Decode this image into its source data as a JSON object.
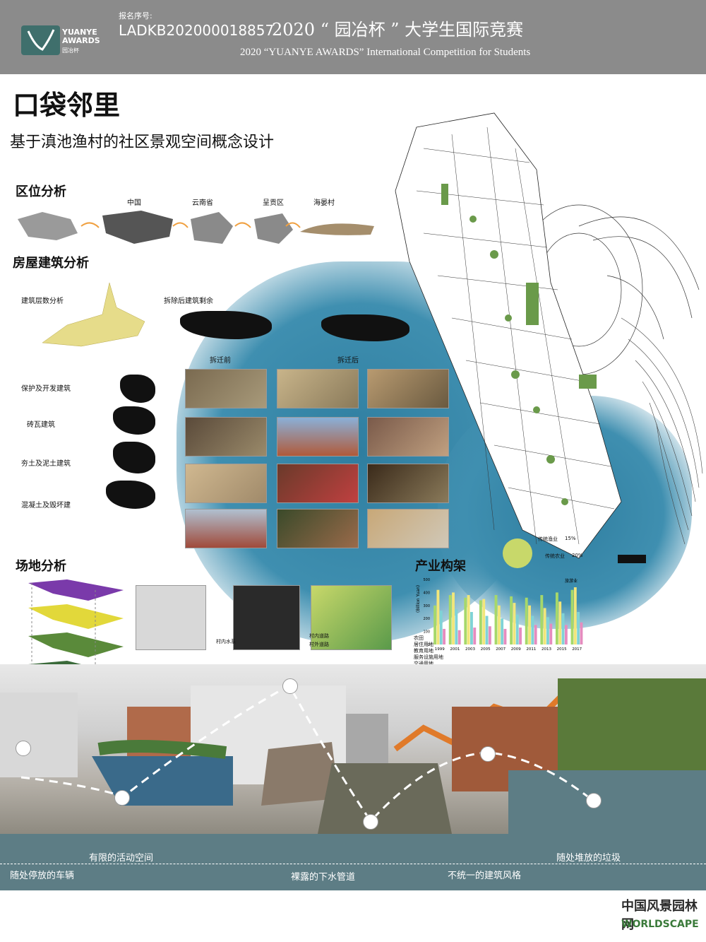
{
  "header": {
    "logo_text": "YUANYE AWARDS",
    "logo_cn": "园冶杯",
    "reg_label": "报名序号:",
    "reg_no": "LADKB202000018857",
    "comp_cn": "2020 “ 园冶杯 ” 大学生国际竞赛",
    "comp_en": "2020 “YUANYE AWARDS” International Competition for  Students"
  },
  "title": {
    "main": "口袋邻里",
    "sub": "基于滇池渔村的社区景观空间概念设计"
  },
  "location": {
    "heading": "区位分析",
    "steps": [
      "中国",
      "云南省",
      "呈贡区",
      "海晏村"
    ]
  },
  "building": {
    "heading": "房屋建筑分析",
    "floors": "建筑层数分析",
    "remaining": "拆除后建筑剩余",
    "before": "拆迁前",
    "after": "拆迁后",
    "types": [
      "保护及开发建筑",
      "砖瓦建筑",
      "夯土及泥土建筑",
      "混凝土及毁坏建"
    ]
  },
  "site": {
    "heading": "场地分析",
    "water": "村内水系",
    "road_in": "村内道路",
    "road_out": "村外道路",
    "landuse": [
      "农田",
      "居住用地",
      "教育用地",
      "服务设施用地",
      "交通用地"
    ]
  },
  "industry": {
    "heading": "产业构架",
    "fishery": "传统渔业",
    "fishery_pct": "15%",
    "agri": "传统农业",
    "agri_pct": "20%"
  },
  "chart_data": {
    "type": "bar",
    "ylabel": "(Billion Yuan)",
    "categories": [
      "1999",
      "2001",
      "2003",
      "2005",
      "2007",
      "2009",
      "2011",
      "2013",
      "2015",
      "2017"
    ],
    "ylim": [
      0,
      500
    ],
    "legend": [
      "旅游业"
    ],
    "series": [
      {
        "name": "",
        "values": [
          300,
          380,
          360,
          340,
          380,
          370,
          360,
          380,
          400,
          420
        ]
      },
      {
        "name": "",
        "values": [
          420,
          400,
          380,
          350,
          300,
          320,
          300,
          280,
          330,
          440
        ]
      },
      {
        "name": "",
        "values": [
          260,
          270,
          250,
          220,
          200,
          230,
          220,
          210,
          240,
          250
        ]
      },
      {
        "name": "旅游业",
        "values": [
          120,
          110,
          130,
          140,
          120,
          130,
          150,
          160,
          150,
          170
        ]
      }
    ],
    "colors": [
      "#a6d86a",
      "#f2e67a",
      "#7fd3d6",
      "#e58cbf"
    ]
  },
  "problems": {
    "cars": "随处停放的车辆",
    "space": "有限的活动空间",
    "sewer": "裸露的下水管道",
    "style": "不统一的建筑风格",
    "trash": "随处堆放的垃圾"
  },
  "footer": {
    "cn": "中国风景园林网",
    "en": "WORLDSCAPE"
  }
}
